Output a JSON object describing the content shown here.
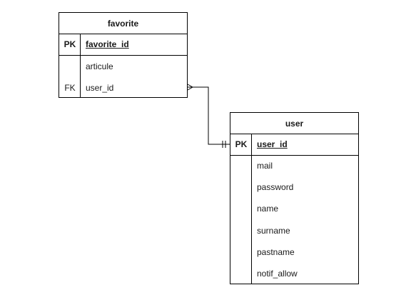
{
  "entities": {
    "favorite": {
      "title": "favorite",
      "pk_marker": "PK",
      "pk_field": "favorite_id",
      "fields": [
        {
          "key": "",
          "name": "articule"
        },
        {
          "key": "FK",
          "name": "user_id"
        }
      ]
    },
    "user": {
      "title": "user",
      "pk_marker": "PK",
      "pk_field": "user_id",
      "fields": [
        {
          "key": "",
          "name": "mail"
        },
        {
          "key": "",
          "name": "password"
        },
        {
          "key": "",
          "name": "name"
        },
        {
          "key": "",
          "name": "surname"
        },
        {
          "key": "",
          "name": "pastname"
        },
        {
          "key": "",
          "name": "notif_allow"
        }
      ]
    }
  },
  "relationship": {
    "from": "favorite.user_id",
    "to": "user.user_id",
    "from_end": "many",
    "to_end": "one-and-only-one"
  }
}
